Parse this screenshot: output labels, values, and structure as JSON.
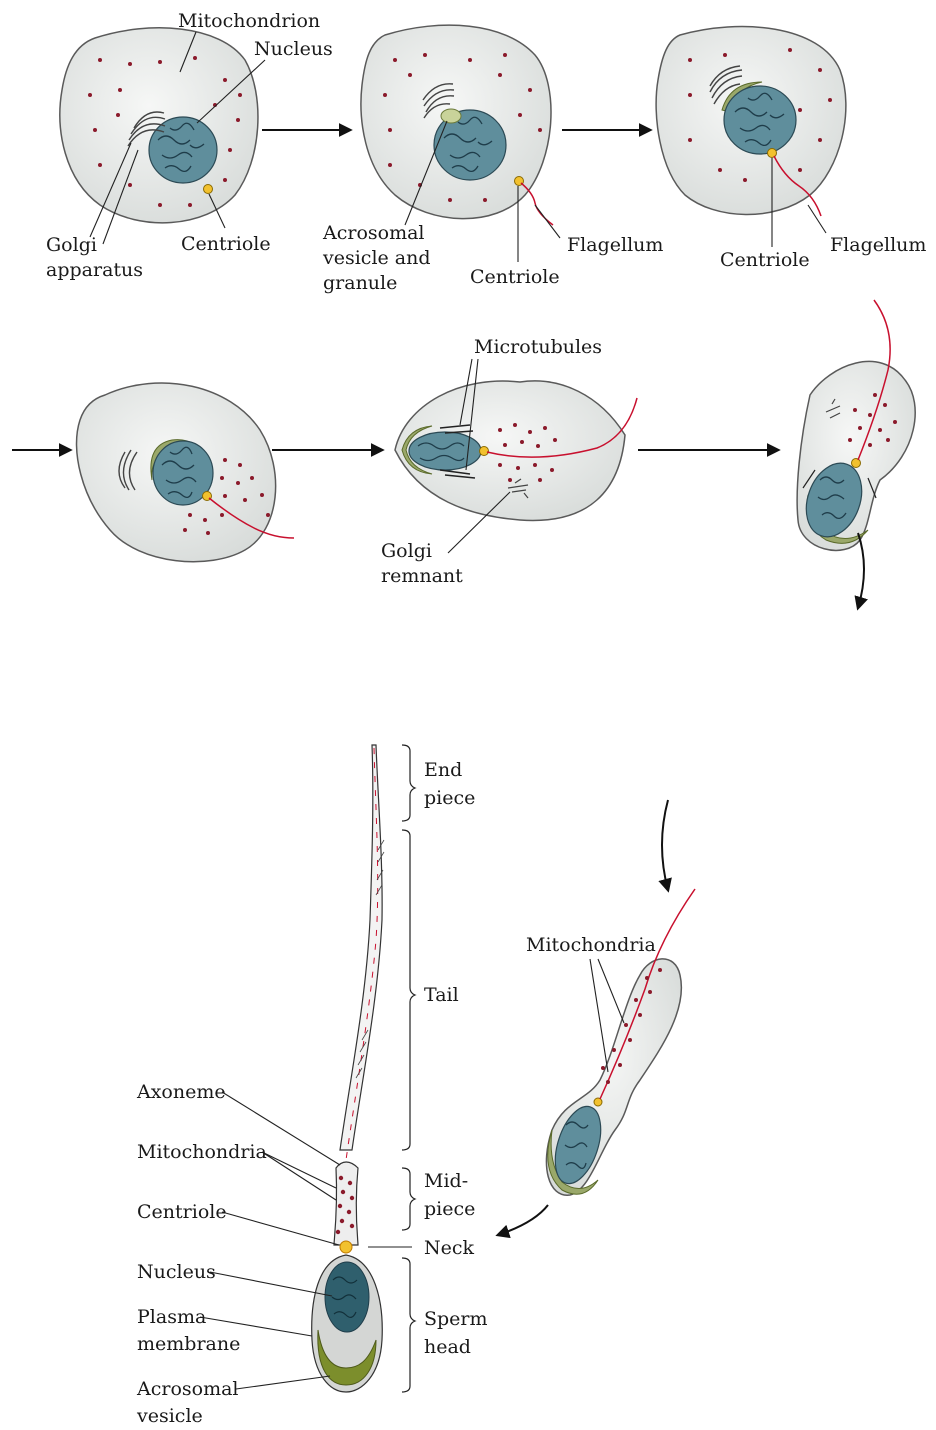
{
  "labels": {
    "s1_mitochondrion": "Mitochondrion",
    "s1_nucleus": "Nucleus",
    "s1_golgi_1": "Golgi",
    "s1_golgi_2": "apparatus",
    "s1_centriole": "Centriole",
    "s2_acrosomal_1": "Acrosomal",
    "s2_acrosomal_2": "vesicle and",
    "s2_acrosomal_3": "granule",
    "s2_centriole": "Centriole",
    "s2_flagellum": "Flagellum",
    "s3_centriole": "Centriole",
    "s3_flagellum": "Flagellum",
    "s5_microtubules": "Microtubules",
    "s5_golgi_1": "Golgi",
    "s5_golgi_2": "remnant",
    "s7_mitochondria": "Mitochondria",
    "sp_end_1": "End",
    "sp_end_2": "piece",
    "sp_tail": "Tail",
    "sp_mid_1": "Mid-",
    "sp_mid_2": "piece",
    "sp_neck": "Neck",
    "sp_head_1": "Sperm",
    "sp_head_2": "head",
    "sp_axoneme": "Axoneme",
    "sp_mitochondria": "Mitochondria",
    "sp_centriole": "Centriole",
    "sp_nucleus": "Nucleus",
    "sp_plasma_1": "Plasma",
    "sp_plasma_2": "membrane",
    "sp_acro_1": "Acrosomal",
    "sp_acro_2": "vesicle"
  },
  "colors": {
    "cell_fill": "#e8eae9",
    "cell_stroke": "#5a5a5a",
    "nucleus": "#5f8e9c",
    "chromatin": "#1f3d4a",
    "acrosome": "#9aa86a",
    "mitochondria": "#8b1a2b",
    "centriole": "#f2c12e",
    "flagellum": "#c8102e"
  }
}
